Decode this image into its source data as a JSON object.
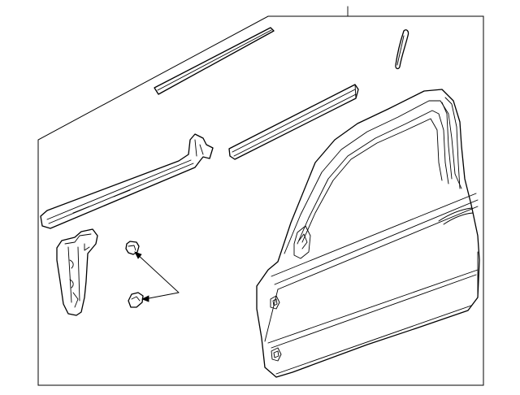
{
  "diagram": {
    "type": "exploded-parts-view",
    "colors": {
      "line": "#000000",
      "background": "#ffffff"
    },
    "parts": [
      "belt-molding-upper",
      "door-edge-weatherstrip",
      "belt-molding-lower",
      "door-sash-reinforcement",
      "hinge-pillar-bracket",
      "door-clip-upper",
      "door-clip-lower",
      "door-shell"
    ],
    "callouts": [
      "callout-leader-top",
      "callout-arrow-clips"
    ]
  }
}
